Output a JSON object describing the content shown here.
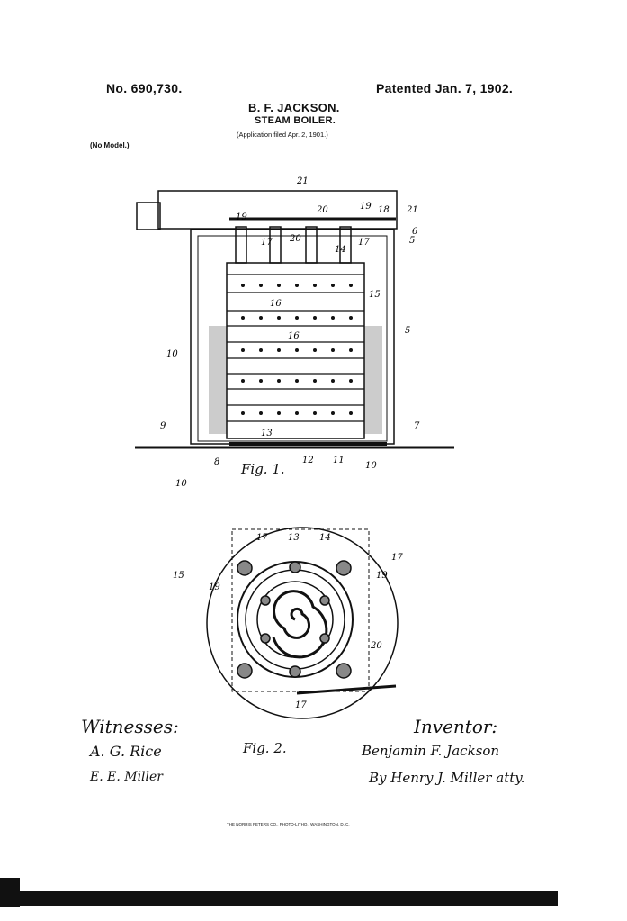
{
  "header": {
    "patent_number": "No. 690,730.",
    "patent_date": "Patented Jan. 7, 1902.",
    "inventor_name": "B. F. JACKSON.",
    "title": "STEAM BOILER.",
    "application": "(Application filed Apr. 2, 1901.)",
    "model": "(No Model.)"
  },
  "figures": {
    "fig1_label": "Fig. 1.",
    "fig2_label": "Fig. 2.",
    "fig1_refs": [
      "21",
      "20",
      "19",
      "18",
      "21",
      "6",
      "5",
      "19",
      "17",
      "20",
      "14",
      "17",
      "15",
      "5",
      "16",
      "16",
      "10",
      "9",
      "7",
      "13",
      "8",
      "12",
      "11",
      "10",
      "10"
    ],
    "fig2_refs": [
      "17",
      "13",
      "14",
      "17",
      "15",
      "19",
      "19",
      "20",
      "17"
    ]
  },
  "footer": {
    "witnesses_label": "Witnesses:",
    "inventor_label": "Inventor:",
    "witness_1": "A. G. Rice",
    "witness_2": "E. E. Miller",
    "inventor_signature": "Benjamin F. Jackson",
    "attorney_signature": "By Henry J. Miller atty.",
    "printer": "THE NORRIS PETERS CO., PHOTO-LITHO., WASHINGTON, D. C."
  }
}
